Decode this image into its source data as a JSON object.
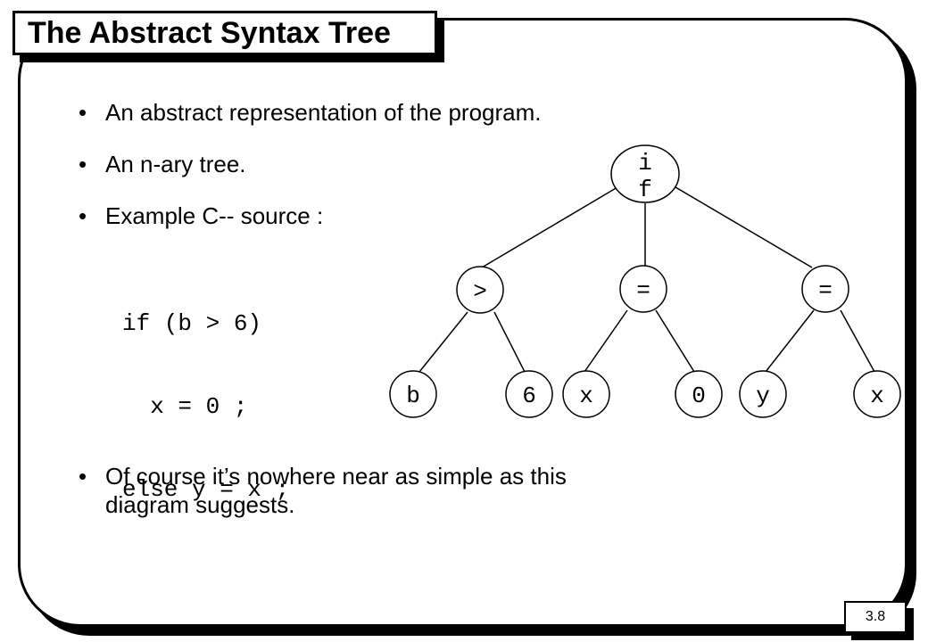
{
  "slide": {
    "title": "The Abstract Syntax Tree",
    "page_number": "3.8"
  },
  "bullets": [
    {
      "marker": "•",
      "text": "An abstract representation of the program."
    },
    {
      "marker": "•",
      "text": "An n-ary tree."
    },
    {
      "marker": "•",
      "text": "Example C-- source :"
    },
    {
      "marker": "•",
      "lines": [
        "Of course it’s nowhere near as simple as this",
        "diagram suggests."
      ]
    }
  ],
  "code": {
    "lines": [
      "if (b > 6)",
      "  x = 0 ;",
      "else y = x ;"
    ]
  },
  "tree": {
    "root": {
      "label_lines": [
        "i",
        "f"
      ]
    },
    "level1": [
      ">",
      "=",
      "="
    ],
    "leaves": [
      "b",
      "6",
      "x",
      "0",
      "y",
      "x"
    ]
  }
}
